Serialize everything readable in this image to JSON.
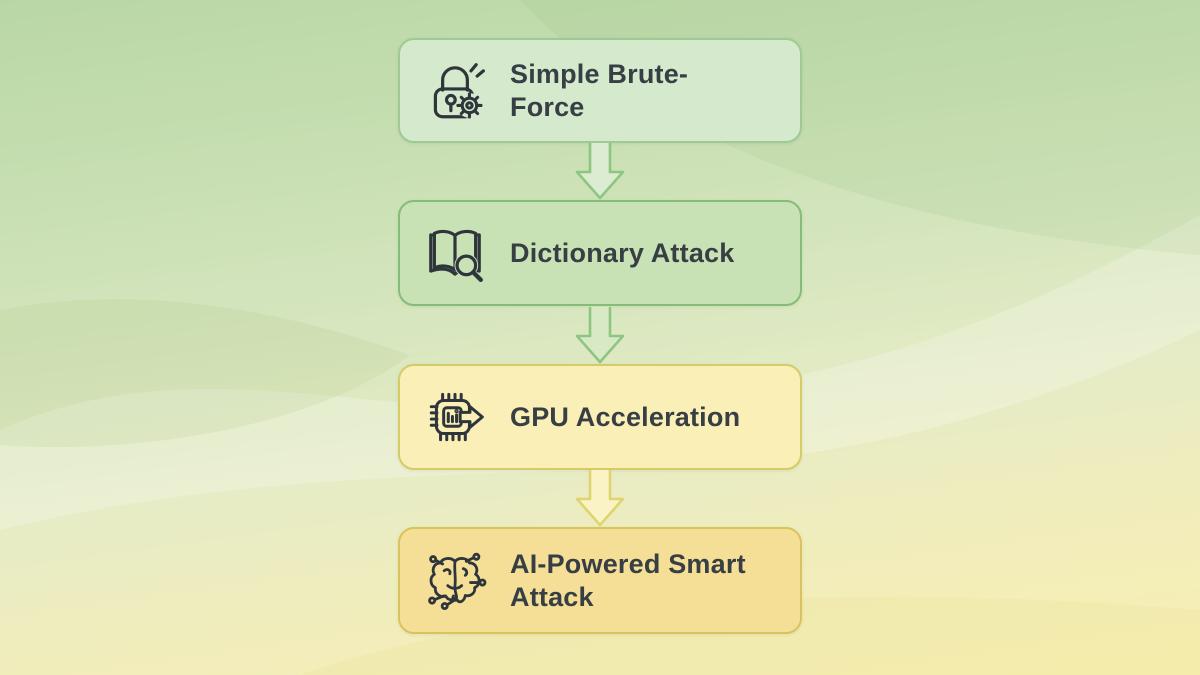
{
  "colors": {
    "background_top_green": "#b9d7a6",
    "background_bottom_yellow": "#f8efb2",
    "label_text": "#373f45",
    "icon_stroke": "#2e353b"
  },
  "flowchart": {
    "type": "vertical-flow",
    "direction": "top-down",
    "steps": [
      {
        "label": "Simple Brute-Force",
        "icon": "lock-gear-icon",
        "fill": "#d5e9cd",
        "border": "#9dcb93"
      },
      {
        "label": "Dictionary Attack",
        "icon": "book-magnifier-icon",
        "fill": "#c8e2b5",
        "border": "#83bd78"
      },
      {
        "label": "GPU Acceleration",
        "icon": "gpu-chip-icon",
        "fill": "#faefb6",
        "border": "#d5cc68"
      },
      {
        "label": "AI-Powered Smart Attack",
        "icon": "brain-network-icon",
        "fill": "#f5df96",
        "border": "#d8c35f"
      }
    ],
    "connectors": [
      {
        "from": "Simple Brute-Force",
        "to": "Dictionary Attack",
        "stroke": "#8ec681",
        "fill": "#dcecd2"
      },
      {
        "from": "Dictionary Attack",
        "to": "GPU Acceleration",
        "stroke": "#8ec681",
        "fill": "#d8e9c6"
      },
      {
        "from": "GPU Acceleration",
        "to": "AI-Powered Smart Attack",
        "stroke": "#ded470",
        "fill": "#f9f3c6"
      }
    ]
  }
}
